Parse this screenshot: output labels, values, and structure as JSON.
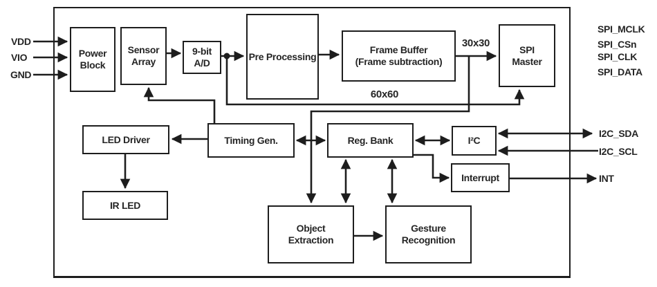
{
  "blocks": {
    "power_block": "Power\nBlock",
    "sensor_array": "Sensor\nArray",
    "adc": "9-bit\nA/D",
    "pre_processing": "Pre Processing",
    "frame_buffer": "Frame Buffer\n(Frame subtraction)",
    "spi_master": "SPI\nMaster",
    "led_driver": "LED Driver",
    "timing_gen": "Timing Gen.",
    "reg_bank": "Reg. Bank",
    "i2c": "I²C",
    "interrupt": "Interrupt",
    "ir_led": "IR LED",
    "object_extraction": "Object\nExtraction",
    "gesture_recognition": "Gesture\nRecognition"
  },
  "pins": {
    "left": [
      "VDD",
      "VIO",
      "GND"
    ],
    "right": [
      "SPI_MCLK",
      "SPI_CSn",
      "SPI_CLK",
      "SPI_DATA",
      "I2C_SDA",
      "I2C_SCL",
      "INT"
    ]
  },
  "annotations": {
    "bus_30x30": "30x30",
    "bus_60x60": "60x60"
  },
  "colors": {
    "line": "#1d1d1d",
    "text": "#252525",
    "background": "#ffffff"
  },
  "edges": [
    {
      "from": "VDD",
      "to": "Power Block",
      "type": "arrow"
    },
    {
      "from": "VIO",
      "to": "Power Block",
      "type": "arrow"
    },
    {
      "from": "GND",
      "to": "Power Block",
      "type": "arrow"
    },
    {
      "from": "Sensor Array",
      "to": "9-bit A/D",
      "type": "arrow"
    },
    {
      "from": "9-bit A/D",
      "to": "Pre Processing",
      "type": "arrow"
    },
    {
      "from": "9-bit A/D",
      "to": "SPI Master",
      "type": "arrow",
      "label": "60x60"
    },
    {
      "from": "Pre Processing",
      "to": "Frame Buffer",
      "type": "arrow"
    },
    {
      "from": "Frame Buffer",
      "to": "SPI Master",
      "type": "arrow",
      "label": "30x30"
    },
    {
      "from": "Frame Buffer",
      "to": "Object Extraction",
      "type": "arrow"
    },
    {
      "from": "Timing Gen.",
      "to": "Sensor Array",
      "type": "arrow"
    },
    {
      "from": "Timing Gen.",
      "to": "LED Driver",
      "type": "arrow"
    },
    {
      "from": "LED Driver",
      "to": "IR LED",
      "type": "arrow"
    },
    {
      "from": "Timing Gen.",
      "to": "Reg. Bank",
      "type": "double-arrow"
    },
    {
      "from": "Reg. Bank",
      "to": "I²C",
      "type": "double-arrow"
    },
    {
      "from": "I²C",
      "to": "I2C_SDA",
      "type": "double-arrow"
    },
    {
      "from": "I2C_SCL",
      "to": "I²C",
      "type": "arrow"
    },
    {
      "from": "Reg. Bank",
      "to": "Interrupt",
      "type": "arrow"
    },
    {
      "from": "Interrupt",
      "to": "INT",
      "type": "arrow"
    },
    {
      "from": "Reg. Bank",
      "to": "Object Extraction",
      "type": "double-arrow"
    },
    {
      "from": "Reg. Bank",
      "to": "Gesture Recognition",
      "type": "double-arrow"
    },
    {
      "from": "Object Extraction",
      "to": "Gesture Recognition",
      "type": "arrow"
    }
  ]
}
